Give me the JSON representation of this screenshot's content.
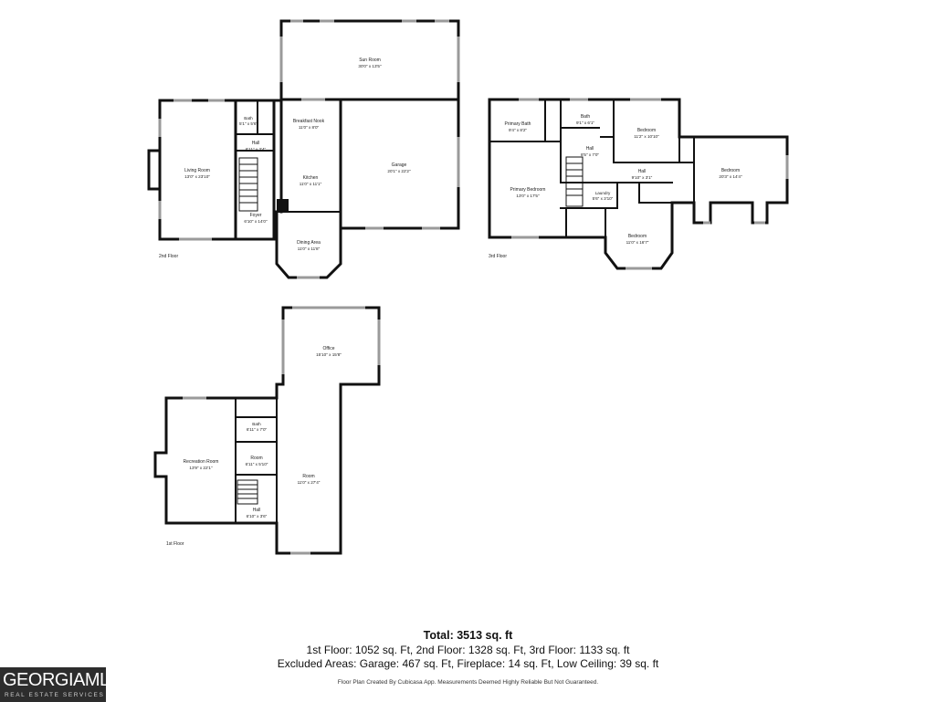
{
  "floors": [
    {
      "key": "second",
      "label": "2nd Floor",
      "rooms": [
        {
          "key": "sun_room",
          "name": "Sun Room",
          "dims": "30'0\" x 13'5\""
        },
        {
          "key": "living_room",
          "name": "Living Room",
          "dims": "13'0\" x 23'10\""
        },
        {
          "key": "bath",
          "name": "Bath",
          "dims": "5'1\" x 5'6\""
        },
        {
          "key": "hall",
          "name": "Hall",
          "dims": "6'11\" x 3'4\""
        },
        {
          "key": "breakfast_nook",
          "name": "Breakfast Nook",
          "dims": "11'0\" x 8'0\""
        },
        {
          "key": "kitchen",
          "name": "Kitchen",
          "dims": "11'0\" x 11'1\""
        },
        {
          "key": "garage",
          "name": "Garage",
          "dims": "20'1\" x 22'2\""
        },
        {
          "key": "foyer",
          "name": "Foyer",
          "dims": "6'10\" x 14'0\""
        },
        {
          "key": "dining_area",
          "name": "Dining Area",
          "dims": "11'0\" x 11'8\""
        }
      ]
    },
    {
      "key": "third",
      "label": "3rd Floor",
      "rooms": [
        {
          "key": "primary_bath",
          "name": "Primary Bath",
          "dims": "9'4\" x 8'2\""
        },
        {
          "key": "bath",
          "name": "Bath",
          "dims": "9'1\" x 6'1\""
        },
        {
          "key": "bedroom_a",
          "name": "Bedroom",
          "dims": "11'2\" x 10'10\""
        },
        {
          "key": "hall_a",
          "name": "Hall",
          "dims": "8'5\" x 7'0\""
        },
        {
          "key": "hall_b",
          "name": "Hall",
          "dims": "9'10\" x 3'1\""
        },
        {
          "key": "bedroom_b",
          "name": "Bedroom",
          "dims": "20'3\" x 14'4\""
        },
        {
          "key": "primary_bedroom",
          "name": "Primary Bedroom",
          "dims": "13'0\" x 17'5\""
        },
        {
          "key": "laundry",
          "name": "Laundry",
          "dims": "5'6\" x 3'10\""
        },
        {
          "key": "bedroom_c",
          "name": "Bedroom",
          "dims": "11'0\" x 16'7\""
        }
      ]
    },
    {
      "key": "first",
      "label": "1st Floor",
      "rooms": [
        {
          "key": "office",
          "name": "Office",
          "dims": "15'10\" x 15'8\""
        },
        {
          "key": "bath",
          "name": "Bath",
          "dims": "6'11\" x 7'0\""
        },
        {
          "key": "recreation_room",
          "name": "Recreation Room",
          "dims": "13'9\" x 22'1\""
        },
        {
          "key": "room_small",
          "name": "Room",
          "dims": "6'11\" x 5'10\""
        },
        {
          "key": "room_large",
          "name": "Room",
          "dims": "11'0\" x 27'4\""
        },
        {
          "key": "hall",
          "name": "Hall",
          "dims": "6'10\" x 3'6\""
        }
      ]
    }
  ],
  "summary": {
    "total": "Total: 3513 sq. ft",
    "line1": "1st Floor: 1052 sq. Ft, 2nd Floor: 1328 sq. Ft, 3rd Floor: 1133 sq. ft",
    "line2": "Excluded Areas: Garage: 467 sq. Ft, Fireplace: 14 sq. Ft, Low Ceiling: 39 sq. ft",
    "credit": "Floor Plan Created By Cubicasa App. Measurements Deemed Highly Reliable But Not Guaranteed."
  },
  "logo": {
    "main": "GEORGIAMLS",
    "sub": "REAL ESTATE SERVICES"
  },
  "colors": {
    "wall": "#111111",
    "window": "#9a9a9a",
    "background": "#ffffff",
    "logo_background": "#2d2d2d"
  }
}
